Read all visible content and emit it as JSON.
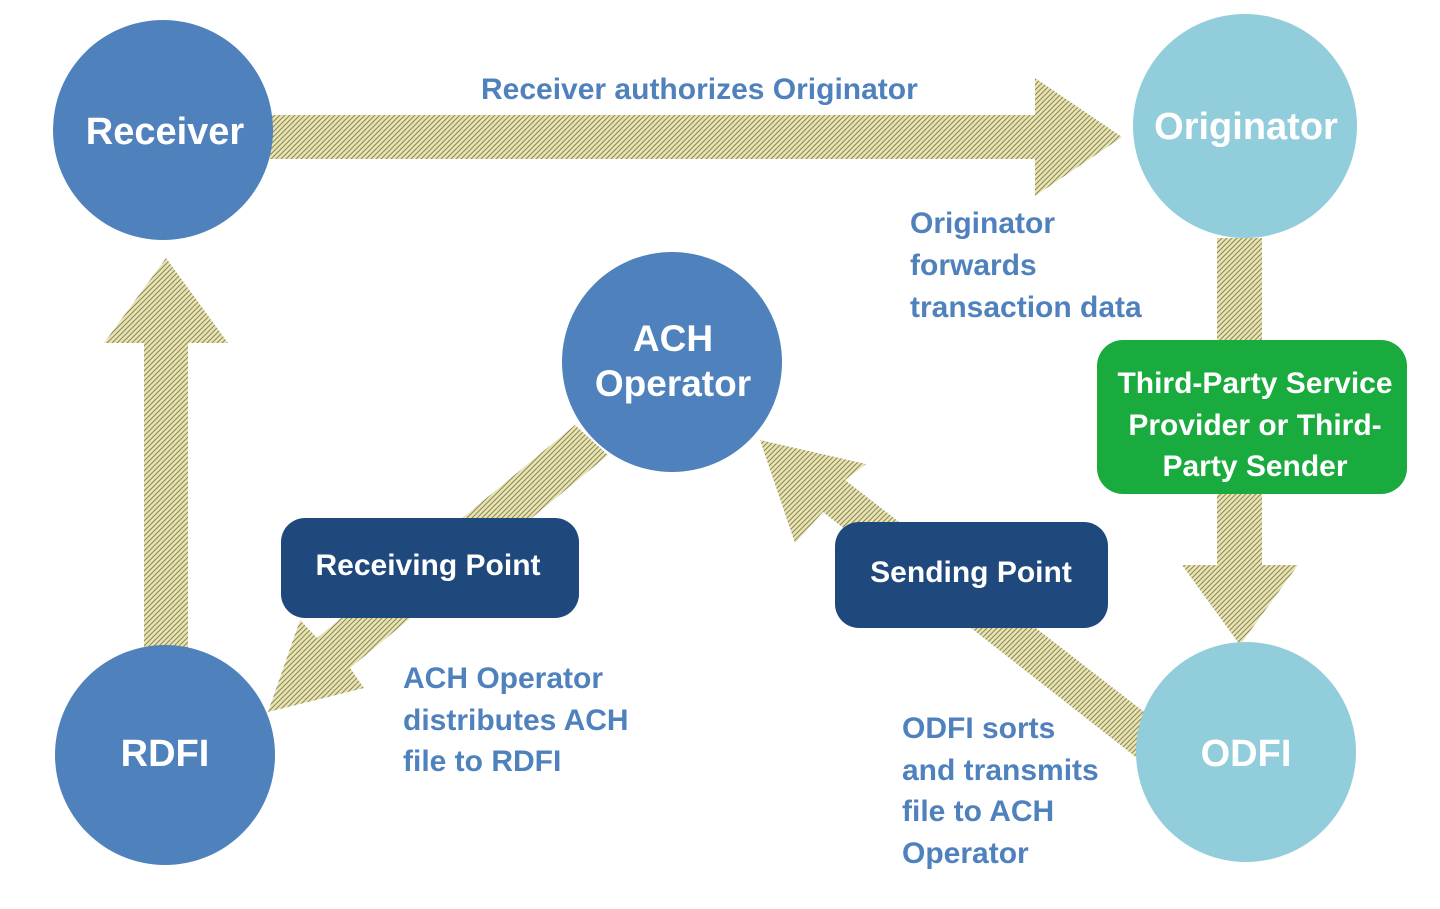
{
  "nodes": {
    "receiver": "Receiver",
    "originator": "Originator",
    "ach_operator": [
      "ACH",
      "Operator"
    ],
    "rdfi": "RDFI",
    "odfi": "ODFI",
    "third_party": [
      "Third-Party Service",
      "Provider or Third-",
      "Party Sender"
    ],
    "receiving_point": "Receiving Point",
    "sending_point": "Sending Point"
  },
  "annotations": {
    "receiver_authorizes": "Receiver authorizes Originator",
    "originator_forwards": [
      "Originator",
      "forwards",
      "transaction data"
    ],
    "operator_distributes": [
      "ACH Operator",
      "distributes ACH",
      "file to RDFI"
    ],
    "odfi_sorts": [
      "ODFI sorts",
      "and transmits",
      "file to ACH",
      "Operator"
    ]
  },
  "colors": {
    "node_dark_blue": "#4f81bd",
    "node_light_blue": "#92cddc",
    "point_navy": "#1f497d",
    "third_party_green": "#1aab3e",
    "annotation_text": "#4f81bd",
    "arrow_fill": "#ddd9a6"
  }
}
